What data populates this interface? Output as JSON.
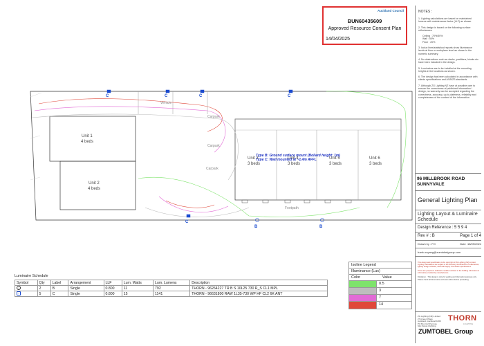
{
  "stamp": {
    "logo": "Auckland Council",
    "id": "BUN60435609",
    "title": "Approved Resource Consent Plan",
    "date": "14/04/2025"
  },
  "notes": {
    "title": "NOTES :",
    "items": [
      "1. Lighting calculations are based on maintained lumens with maintenance factor (LLF) as shown.",
      "2. This design is based on the following surface reflectances:",
      "3. Isolux lines/statistical reports show illuminance levels at floor or workplane level as shown in the numeric summary.",
      "4. No obstructions such as desks, partitions, kiosks etc have been included in the design.",
      "5. Luminaires are to be installed at the mounting heights in the locations as shown.",
      "6. The design has been calculated in accordance with clients specifications and AS/NZS standards.",
      "7. Although ZG Lighting NZ have at possible care to ensure the correctness of published information / design, no warranty can be accepted regarding the correctness, accuracy, up-to-dateness, reliability and completeness of the content of the information."
    ],
    "reflectances": [
      {
        "label": "Ceiling",
        "value": "70%/50%"
      },
      {
        "label": "Wall",
        "value": "50%"
      },
      {
        "label": "Floor",
        "value": "20%"
      }
    ]
  },
  "project": {
    "address_line1": "96 MILLBROOK ROAD",
    "address_line2": "SUNNYVALE",
    "title": "General Lighting Plan",
    "subtitle": "Lighting Layout & Luminaire Schedule",
    "design_ref_label": "Design Reference :",
    "design_ref": "5 5 9 4",
    "rev_label": "Rev # :",
    "rev": "B",
    "page": "Page 1 of 4",
    "drawn_by_label": "Drawn by :",
    "drawn_by": "FO",
    "date_label": "Date :",
    "date": "18/09/2024",
    "email": "frank.ouyang@zumtobelgroup.com"
  },
  "small_print": {
    "p1": "This design and specification is the copyright of ZG Lighting (NZ) Limited. Lighting Calculations are subject to the accuracy & tolerances of reflectances, lighting design software, electrical supply & luminaire specifications.",
    "p2": "These are purpose & indicative models restricted to the building information & information provided by manufacturers.",
    "p3": "Disclaimer - This design is done for guiding and information purposes only. Please check all dimensions and seek advice before proceeding."
  },
  "company": {
    "lines": [
      "ZG Lighting (NZ) Limited",
      "27 Ameen Place",
      "Auckland, Auckland 1060",
      "PO Box 112 Penrose",
      "http://www.z.lighting"
    ],
    "thorn": "THORN",
    "thorn_sub": "LIGHTING",
    "zumtobel": "ZUMTOBEL Group"
  },
  "schedule": {
    "title": "Luminaire Schedule",
    "headers": [
      "Symbol",
      "Qty",
      "Label",
      "Arrangement",
      "LLF",
      "Lum. Watts",
      "Lum. Lumens",
      "Description"
    ],
    "rows": [
      {
        "qty": "2",
        "label": "B",
        "arrangement": "Single",
        "llf": "0.800",
        "watts": "11",
        "lumens": "792",
        "description": "THORN - 96264227 TR B S 10L25 730 R_S CL1 MPL"
      },
      {
        "qty": "5",
        "label": "C",
        "arrangement": "Single",
        "llf": "0.800",
        "watts": "15",
        "lumens": "1141",
        "description": "THORN - 96631800 RAW 1L35-730 WP HF CL2 6K ANT"
      }
    ]
  },
  "isoline": {
    "title": "Isoline Legend",
    "subtitle": "Illuminance (Lux)",
    "col_color": "Color",
    "col_value": "Value",
    "rows": [
      {
        "color": "#7ee36b",
        "value": "0.5"
      },
      {
        "color": "#bdbdbd",
        "value": "3"
      },
      {
        "color": "#e26ad6",
        "value": "7"
      },
      {
        "color": "#e0483a",
        "value": "14"
      }
    ]
  },
  "plan": {
    "annotation1": "Type B: Ground surface mount (Bollard height: 1m)",
    "annotation2": "Type C: Wall mounted at ~1.4m AFFL",
    "units": [
      {
        "name": "Unit 1",
        "beds": "4 beds"
      },
      {
        "name": "Unit 2",
        "beds": "4 beds"
      },
      {
        "name": "Unit 3",
        "beds": "3 beds"
      },
      {
        "name": "Unit 4",
        "beds": "3 beds"
      },
      {
        "name": "Unit 5",
        "beds": "3 beds"
      },
      {
        "name": "Unit 6",
        "beds": "3 beds"
      }
    ],
    "labels": [
      "Vehicle",
      "Carpark",
      "Carpark",
      "Carpark",
      "Footpath"
    ],
    "symbols": [
      "C",
      "C",
      "C",
      "C",
      "C",
      "B",
      "B"
    ]
  }
}
